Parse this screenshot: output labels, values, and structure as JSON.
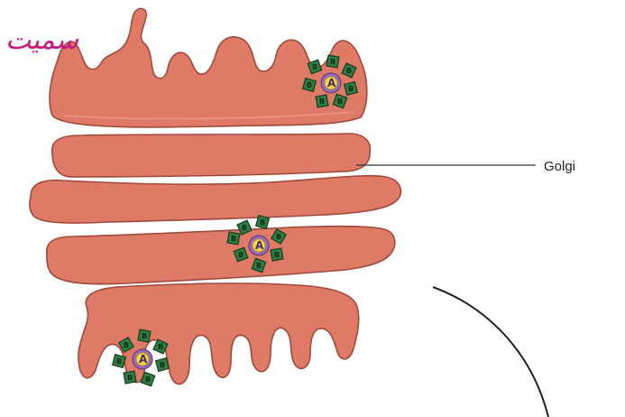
{
  "label": {
    "golgi": "Golgi"
  },
  "signature": "سميت",
  "complex": {
    "core_letter": "A",
    "box_letter": "B"
  },
  "colors": {
    "cisterna": "#de7a66",
    "cisterna_outline": "#a04a3c",
    "box": "#2f7d43",
    "core_ring": "#9a6ab8",
    "core_center": "#f1d54a",
    "signature": "#c8197e"
  }
}
